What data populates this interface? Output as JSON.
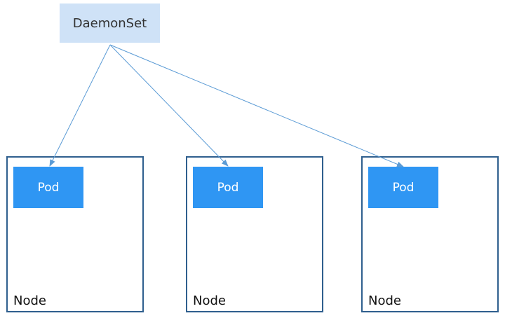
{
  "daemonset": {
    "label": "DaemonSet",
    "color": "#cfe2f7"
  },
  "nodes": [
    {
      "label": "Node",
      "pod_label": "Pod"
    },
    {
      "label": "Node",
      "pod_label": "Pod"
    },
    {
      "label": "Node",
      "pod_label": "Pod"
    }
  ],
  "colors": {
    "pod": "#2f96f3",
    "node_border": "#2f5f8e",
    "arrow": "#5b9bd5"
  }
}
